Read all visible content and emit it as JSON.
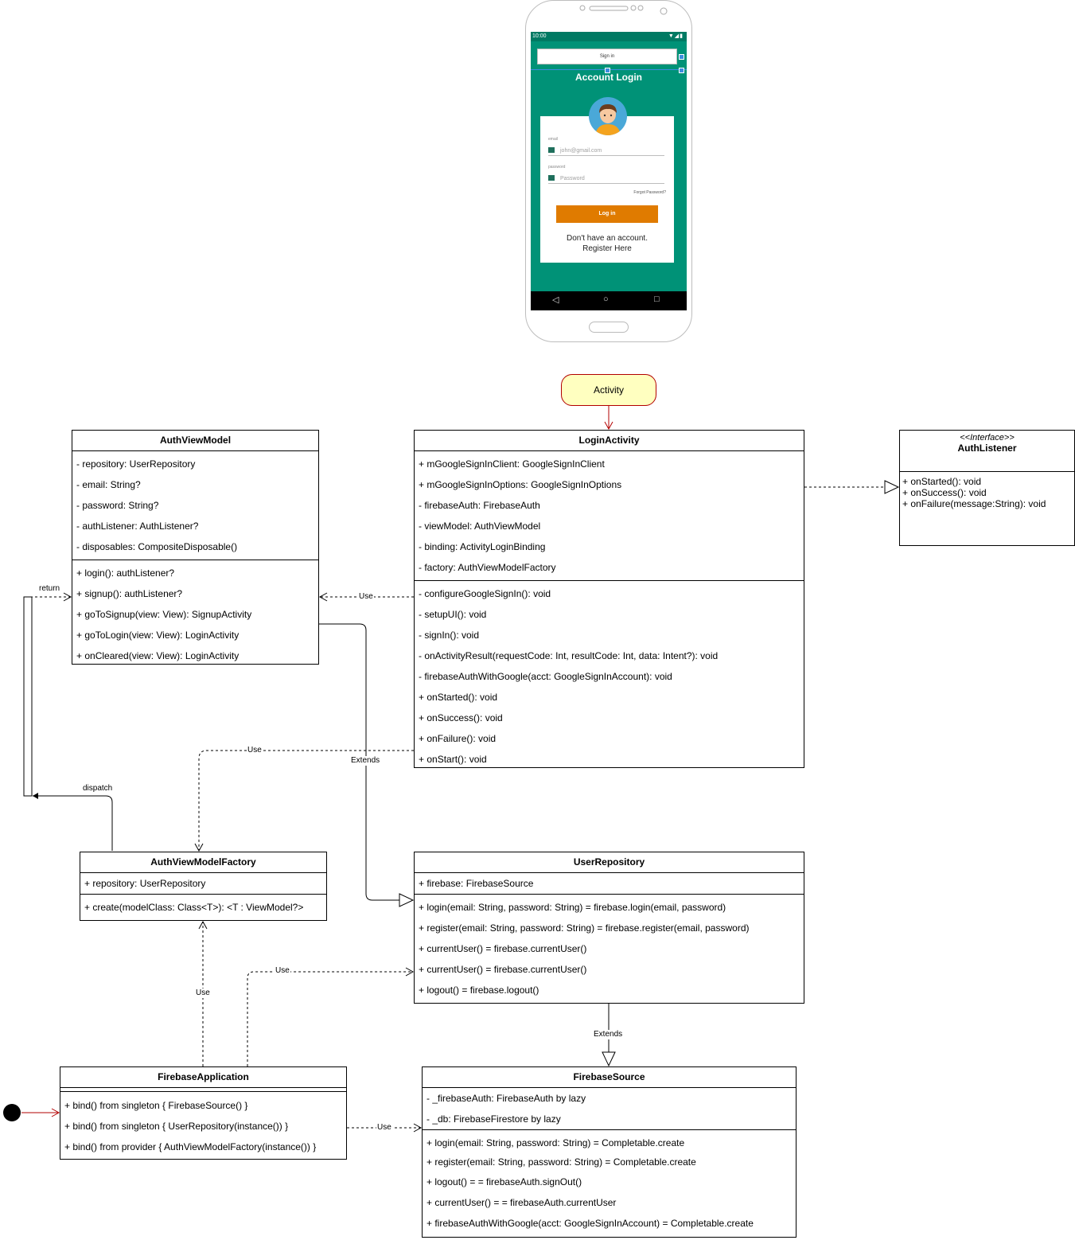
{
  "phone": {
    "status_time": "10:00",
    "status_icons": "▼◢▮",
    "signin_button": "Sign in",
    "title": "Account Login",
    "email_label": "email",
    "email_placeholder": "john@gmail.com",
    "password_label": "password",
    "password_placeholder": "Password",
    "forgot_password": "Forgot Password?",
    "login_button": "Log in",
    "no_account_line1": "Don't have an account.",
    "no_account_line2": "Register Here",
    "nav_back": "◁",
    "nav_home": "○",
    "nav_recent": "□"
  },
  "activity_node": "Activity",
  "classes": {
    "auth_view_model": {
      "name": "AuthViewModel",
      "attributes": [
        "- repository: UserRepository",
        "- email: String?",
        "- password: String?",
        "- authListener: AuthListener?",
        "- disposables: CompositeDisposable()"
      ],
      "operations": [
        "+ login(): authListener?",
        "+ signup(): authListener?",
        "+ goToSignup(view: View): SignupActivity",
        "+ goToLogin(view: View): LoginActivity",
        "+ onCleared(view: View): LoginActivity"
      ]
    },
    "login_activity": {
      "name": "LoginActivity",
      "attributes": [
        "+ mGoogleSignInClient: GoogleSignInClient",
        "+ mGoogleSignInOptions: GoogleSignInOptions",
        "- firebaseAuth: FirebaseAuth",
        "- viewModel: AuthViewModel",
        "- binding: ActivityLoginBinding",
        "- factory: AuthViewModelFactory"
      ],
      "operations": [
        "- configureGoogleSignIn(): void",
        "- setupUI(): void",
        "- signIn(): void",
        "- onActivityResult(requestCode: Int, resultCode: Int, data: Intent?): void",
        "- firebaseAuthWithGoogle(acct: GoogleSignInAccount): void",
        "+ onStarted(): void",
        "+ onSuccess(): void",
        "+ onFailure(): void",
        "+ onStart(): void"
      ]
    },
    "auth_listener": {
      "stereotype": "<<Interface>>",
      "name": "AuthListener",
      "operations": [
        "+ onStarted(): void",
        "+ onSuccess(): void",
        "+ onFailure(message:String): void"
      ]
    },
    "auth_view_model_factory": {
      "name": "AuthViewModelFactory",
      "attributes": [
        "+ repository: UserRepository"
      ],
      "operations": [
        "+ create(modelClass: Class<T>): <T : ViewModel?>"
      ]
    },
    "user_repository": {
      "name": "UserRepository",
      "attributes": [
        "+ firebase: FirebaseSource"
      ],
      "operations": [
        "+ login(email: String, password: String) = firebase.login(email, password)",
        "+ register(email: String, password: String) = firebase.register(email, password)",
        "+ currentUser() = firebase.currentUser()",
        "+ currentUser() = firebase.currentUser()",
        "+ logout() = firebase.logout()"
      ]
    },
    "firebase_application": {
      "name": "FirebaseApplication",
      "operations": [
        "+ bind() from singleton { FirebaseSource() }",
        "+  bind() from singleton { UserRepository(instance()) }",
        "+  bind() from provider { AuthViewModelFactory(instance()) }"
      ]
    },
    "firebase_source": {
      "name": "FirebaseSource",
      "attributes": [
        "- _firebaseAuth: FirebaseAuth by lazy",
        "- _db: FirebaseFirestore by lazy"
      ],
      "operations": [
        "+ login(email: String, password: String) = Completable.create",
        "+ register(email: String, password: String) = Completable.create",
        "+ logout() = = firebaseAuth.signOut()",
        "+ currentUser() = = firebaseAuth.currentUser",
        "+ firebaseAuthWithGoogle(acct: GoogleSignInAccount) = Completable.create"
      ]
    }
  },
  "edge_labels": {
    "return": "return",
    "dispatch": "dispatch",
    "use_login_to_viewmodel": "Use",
    "use_login_to_factory": "Use",
    "extends_viewmodel_to_repo": "Extends",
    "use_app_to_factory": "Use",
    "use_app_to_repo": "Use",
    "extends_repo_to_source": "Extends",
    "use_app_to_source": "Use"
  }
}
